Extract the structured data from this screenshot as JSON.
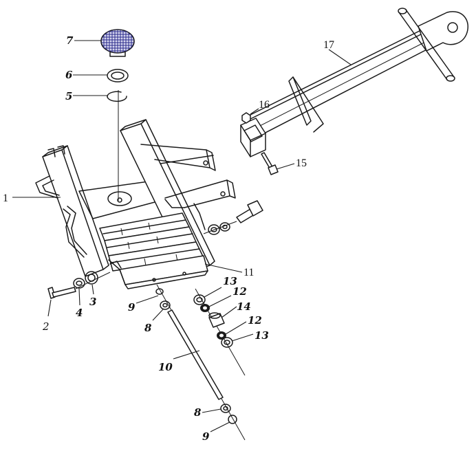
{
  "callouts": {
    "c1": "1",
    "c2": "2",
    "c3": "3",
    "c4": "4",
    "c5": "5",
    "c6": "6",
    "c7": "7",
    "c8a": "8",
    "c8b": "8",
    "c9a": "9",
    "c9b": "9",
    "c10": "10",
    "c11": "11",
    "c12a": "12",
    "c12b": "12",
    "c13a": "13",
    "c13b": "13",
    "c14": "14",
    "c15": "15",
    "c16": "16",
    "c17": "17"
  },
  "colors": {
    "line": "#1a1a1a",
    "grid": "#2a2a8a",
    "grid_fill": "#d8d8f0"
  }
}
